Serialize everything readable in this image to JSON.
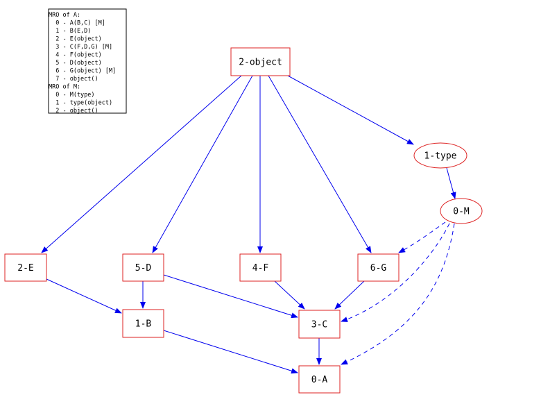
{
  "legend": {
    "lines": [
      "MRO of A:",
      "  0 - A(B,C) [M]",
      "  1 - B(E,D)",
      "  2 - E(object)",
      "  3 - C(F,D,G) [M]",
      "  4 - F(object)",
      "  5 - D(object)",
      "  6 - G(object) [M]",
      "  7 - object()",
      "MRO of M:",
      "  0 - M(type)",
      "  1 - type(object)",
      "  2 - object()"
    ]
  },
  "nodes": [
    {
      "id": "object",
      "label": "2-object",
      "shape": "box"
    },
    {
      "id": "type",
      "label": "1-type",
      "shape": "ellipse"
    },
    {
      "id": "M",
      "label": "0-M",
      "shape": "ellipse"
    },
    {
      "id": "E",
      "label": "2-E",
      "shape": "box"
    },
    {
      "id": "D",
      "label": "5-D",
      "shape": "box"
    },
    {
      "id": "F",
      "label": "4-F",
      "shape": "box"
    },
    {
      "id": "G",
      "label": "6-G",
      "shape": "box"
    },
    {
      "id": "B",
      "label": "1-B",
      "shape": "box"
    },
    {
      "id": "C",
      "label": "3-C",
      "shape": "box"
    },
    {
      "id": "A",
      "label": "0-A",
      "shape": "box"
    }
  ],
  "edges": [
    {
      "from": "object",
      "to": "E",
      "style": "solid"
    },
    {
      "from": "object",
      "to": "D",
      "style": "solid"
    },
    {
      "from": "object",
      "to": "F",
      "style": "solid"
    },
    {
      "from": "object",
      "to": "G",
      "style": "solid"
    },
    {
      "from": "object",
      "to": "type",
      "style": "solid"
    },
    {
      "from": "type",
      "to": "M",
      "style": "solid"
    },
    {
      "from": "E",
      "to": "B",
      "style": "solid"
    },
    {
      "from": "D",
      "to": "B",
      "style": "solid"
    },
    {
      "from": "D",
      "to": "C",
      "style": "solid"
    },
    {
      "from": "F",
      "to": "C",
      "style": "solid"
    },
    {
      "from": "G",
      "to": "C",
      "style": "solid"
    },
    {
      "from": "B",
      "to": "A",
      "style": "solid"
    },
    {
      "from": "C",
      "to": "A",
      "style": "solid"
    },
    {
      "from": "M",
      "to": "G",
      "style": "dashed"
    },
    {
      "from": "M",
      "to": "C",
      "style": "dashed"
    },
    {
      "from": "M",
      "to": "A",
      "style": "dashed"
    }
  ],
  "colors": {
    "node_border": "#dd2222",
    "edge": "#0000ee",
    "legend_border": "#000000",
    "text": "#000000"
  }
}
